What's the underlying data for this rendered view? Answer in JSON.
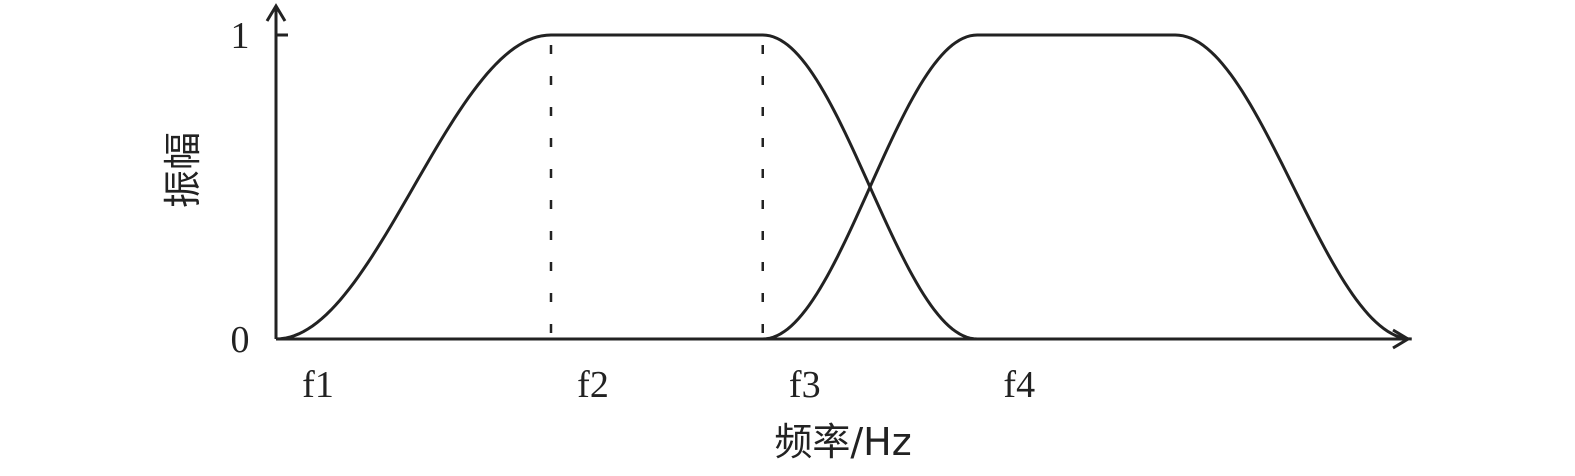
{
  "chart_data": {
    "type": "line",
    "title": "",
    "xlabel": "频率/Hz",
    "ylabel": "振幅",
    "x_ticks": [
      {
        "label": "f1",
        "value": 0
      },
      {
        "label": "f2",
        "value": 1
      },
      {
        "label": "f3",
        "value": 1.77
      },
      {
        "label": "f4",
        "value": 2.55
      }
    ],
    "y_ticks": [
      {
        "label": "0",
        "value": 0
      },
      {
        "label": "1",
        "value": 1
      }
    ],
    "xlim": [
      0,
      4.13
    ],
    "ylim": [
      0,
      1.1
    ],
    "guide_lines_x": [
      1,
      1.77
    ],
    "series": [
      {
        "shape": "rise-flat-fall",
        "rise_start": 0,
        "rise_end": 1,
        "fall_start": 1.77,
        "fall_end": 2.55,
        "values": {
          "x": [
            0,
            1,
            1.77,
            2.55
          ],
          "y": [
            0,
            1,
            1,
            0
          ]
        }
      },
      {
        "shape": "rise-flat-fall",
        "rise_start": 1.77,
        "rise_end": 2.55,
        "fall_start": 3.27,
        "fall_end": 4.13,
        "values": {
          "x": [
            1.77,
            2.55,
            3.27,
            4.13
          ],
          "y": [
            0,
            1,
            1,
            0
          ]
        }
      }
    ],
    "grid": false,
    "legend": "none"
  }
}
